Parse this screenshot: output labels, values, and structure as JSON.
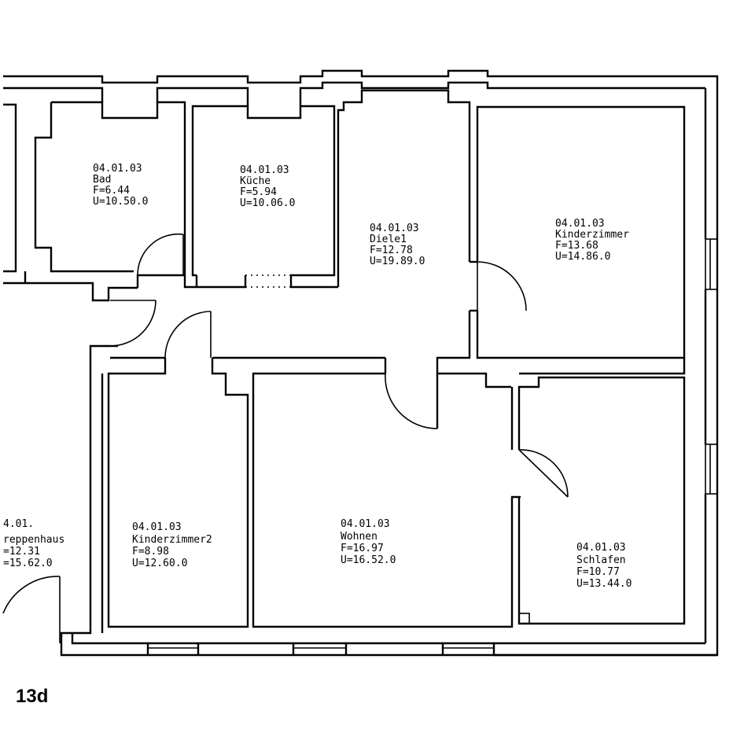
{
  "sheet_label": "13d",
  "rooms": [
    {
      "id": "bad",
      "code": "04.01.03",
      "name": "Bad",
      "area": "F=6.44",
      "perimeter": "U=10.50.0"
    },
    {
      "id": "kueche",
      "code": "04.01.03",
      "name": "Küche",
      "area": "F=5.94",
      "perimeter": "U=10.06.0"
    },
    {
      "id": "diele",
      "code": "04.01.03",
      "name": "Diele1",
      "area": "F=12.78",
      "perimeter": "U=19.89.0"
    },
    {
      "id": "kinderzimmer",
      "code": "04.01.03",
      "name": "Kinderzimmer",
      "area": "F=13.68",
      "perimeter": "U=14.86.0"
    },
    {
      "id": "treppenhaus",
      "code": "4.01.",
      "name": "reppenhaus",
      "area": "=12.31",
      "perimeter": "=15.62.0"
    },
    {
      "id": "kinderzimmer2",
      "code": "04.01.03",
      "name": "Kinderzimmer2",
      "area": "F=8.98",
      "perimeter": "U=12.60.0"
    },
    {
      "id": "wohnen",
      "code": "04.01.03",
      "name": "Wohnen",
      "area": "F=16.97",
      "perimeter": "U=16.52.0"
    },
    {
      "id": "schlafen",
      "code": "04.01.03",
      "name": "Schlafen",
      "area": "F=10.77",
      "perimeter": "U=13.44.0"
    }
  ]
}
